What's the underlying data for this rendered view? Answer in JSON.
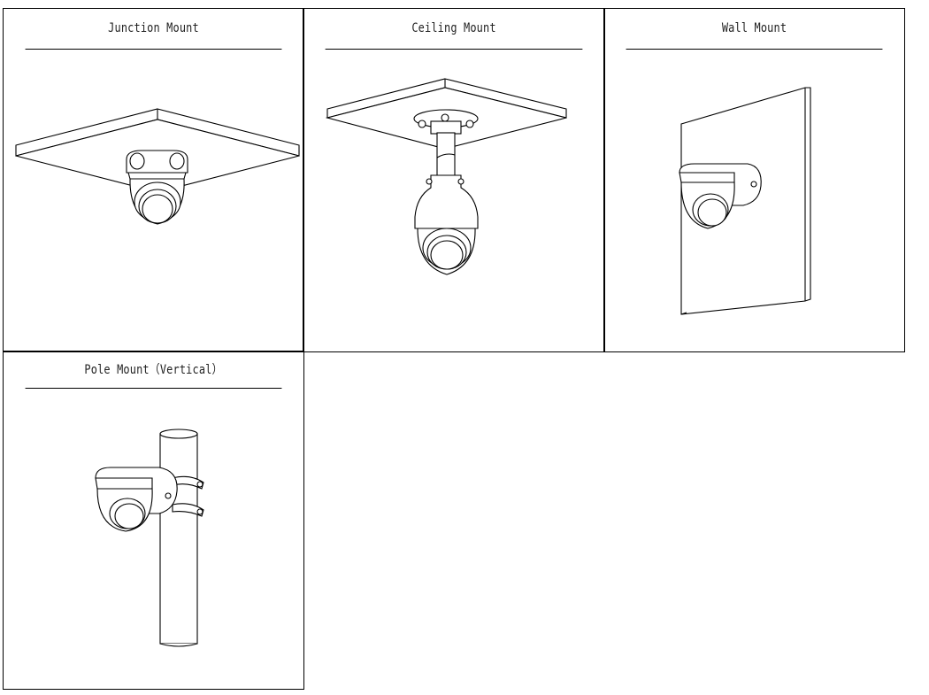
{
  "panels": [
    {
      "title": "Junction Mount"
    },
    {
      "title": "Ceiling Mount"
    },
    {
      "title": "Wall Mount"
    },
    {
      "title": "Pole Mount（Vertical）"
    }
  ]
}
